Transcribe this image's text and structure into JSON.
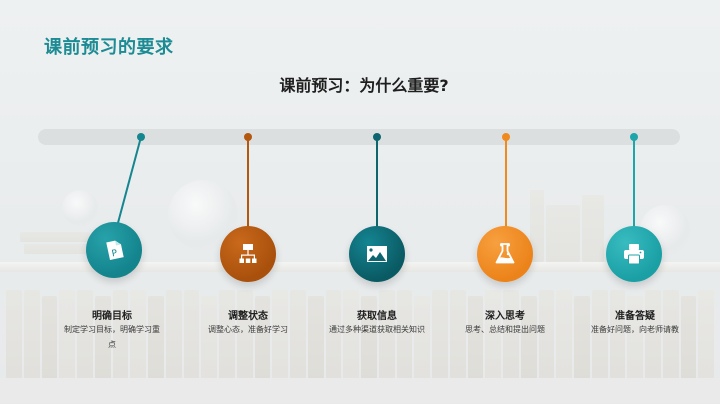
{
  "header": {
    "title": "课前预习的要求"
  },
  "main": {
    "subtitle": "课前预习：为什么重要?"
  },
  "timeline": {
    "items": [
      {
        "title": "明确目标",
        "description": "制定学习目标，明确学习重点",
        "icon": "document-p-icon",
        "color": "#15868f"
      },
      {
        "title": "调整状态",
        "description": "调整心态，准备好学习",
        "icon": "hierarchy-icon",
        "color": "#b5580f"
      },
      {
        "title": "获取信息",
        "description": "通过多种渠道获取相关知识",
        "icon": "image-icon",
        "color": "#0d6570"
      },
      {
        "title": "深入思考",
        "description": "思考、总结和提出问题",
        "icon": "flask-icon",
        "color": "#f08a1e"
      },
      {
        "title": "准备答疑",
        "description": "准备好问题，向老师请教",
        "icon": "printer-icon",
        "color": "#1ea5aa"
      }
    ]
  }
}
